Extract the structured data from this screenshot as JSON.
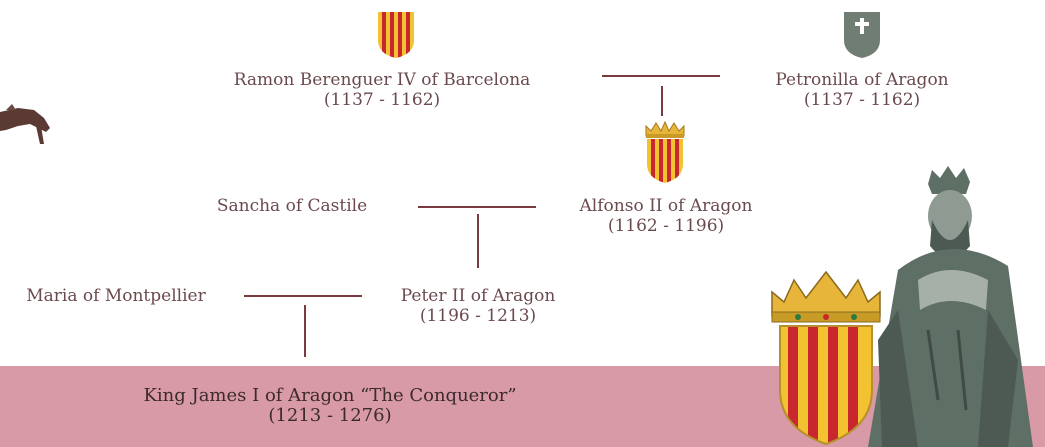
{
  "people": [
    {
      "id": "ramon",
      "name": "Ramon Berenguer IV of Barcelona",
      "years": "(1137 - 1162)"
    },
    {
      "id": "petronilla",
      "name": "Petronilla of Aragon",
      "years": "(1137 - 1162)"
    },
    {
      "id": "sancha",
      "name": "Sancha of Castile",
      "years": ""
    },
    {
      "id": "alfonso",
      "name": "Alfonso II of Aragon",
      "years": "(1162 - 1196)"
    },
    {
      "id": "maria",
      "name": "Maria of Montpellier",
      "years": ""
    },
    {
      "id": "peter",
      "name": "Peter II of Aragon",
      "years": "(1196 - 1213)"
    }
  ],
  "king": {
    "name": "King James I of Aragon “The Conqueror”",
    "years": "(1213 - 1276)"
  },
  "colors": {
    "line": "#7a3a40",
    "text": "#6b4a4e",
    "banner": "#d99aa7",
    "heraldry_red": "#c8282d",
    "heraldry_gold": "#f2c230",
    "figure_gray": "#5e6f66"
  },
  "icons": [
    "aragon-stripes-shield-icon",
    "gray-cross-shield-icon",
    "crowned-aragon-shield-icon",
    "large-crowned-aragon-shield-icon",
    "king-illustration",
    "dog-illustration"
  ]
}
